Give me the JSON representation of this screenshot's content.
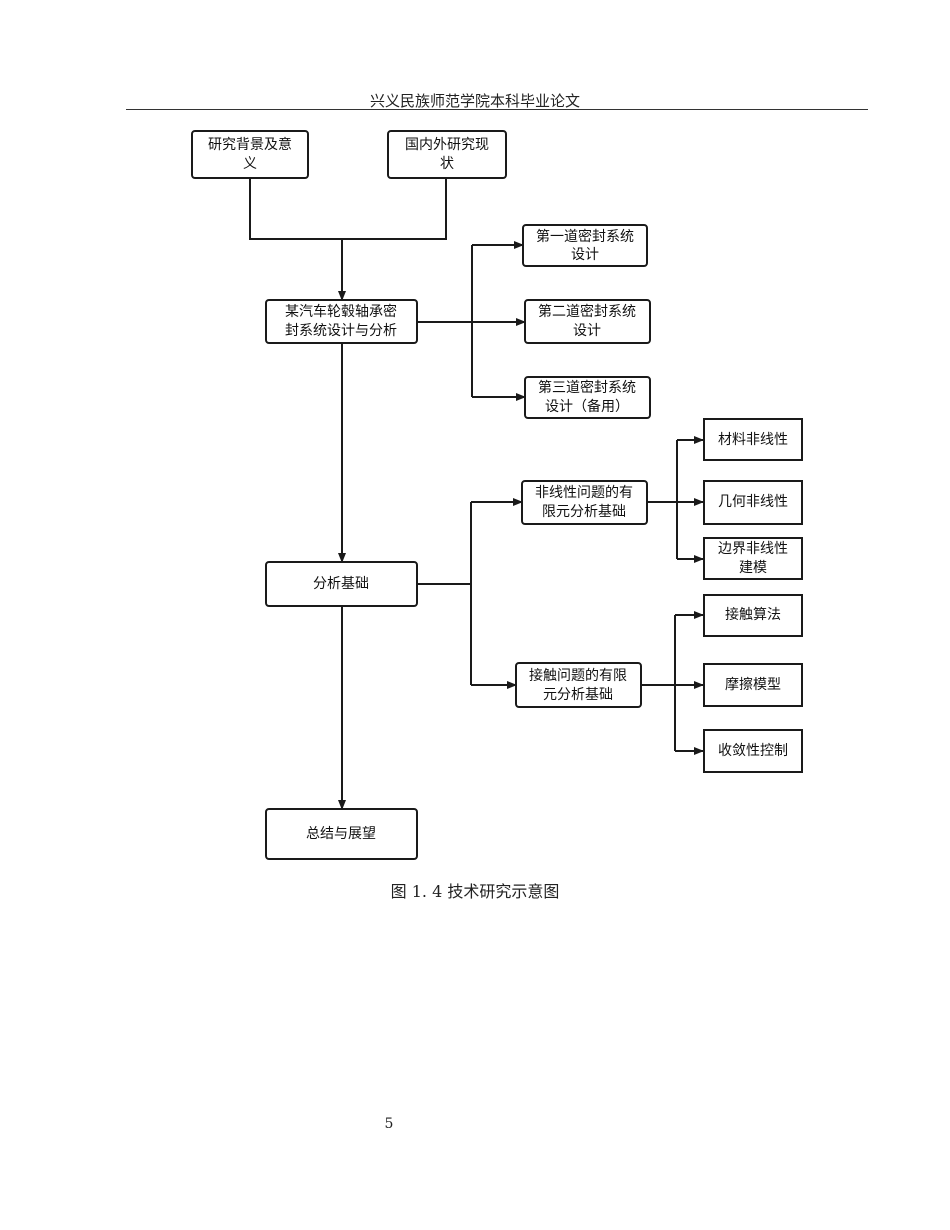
{
  "header": {
    "title": "兴义民族师范学院本科毕业论文"
  },
  "figure": {
    "caption": "图 1. 4 技术研究示意图"
  },
  "page": {
    "number": "5"
  },
  "nodes": [
    {
      "id": "bg",
      "lines": [
        "研究背景及意",
        "义"
      ]
    },
    {
      "id": "status",
      "lines": [
        "国内外研究现",
        "状"
      ]
    },
    {
      "id": "design",
      "lines": [
        "某汽车轮毂轴承密",
        "封系统设计与分析"
      ]
    },
    {
      "id": "seal1",
      "lines": [
        "第一道密封系统",
        "设计"
      ]
    },
    {
      "id": "seal2",
      "lines": [
        "第二道密封系统",
        "设计"
      ]
    },
    {
      "id": "seal3",
      "lines": [
        "第三道密封系统",
        "设计（备用）"
      ]
    },
    {
      "id": "basis",
      "lines": [
        "分析基础"
      ]
    },
    {
      "id": "nonlinear",
      "lines": [
        "非线性问题的有",
        "限元分析基础"
      ]
    },
    {
      "id": "contact",
      "lines": [
        "接触问题的有限",
        "元分析基础"
      ]
    },
    {
      "id": "material",
      "lines": [
        "材料非线性"
      ]
    },
    {
      "id": "geometry",
      "lines": [
        "几何非线性"
      ]
    },
    {
      "id": "boundary",
      "lines": [
        "边界非线性",
        "建模"
      ]
    },
    {
      "id": "algo",
      "lines": [
        "接触算法"
      ]
    },
    {
      "id": "friction",
      "lines": [
        "摩擦模型"
      ]
    },
    {
      "id": "convergence",
      "lines": [
        "收敛性控制"
      ]
    },
    {
      "id": "summary",
      "lines": [
        "总结与展望"
      ]
    }
  ]
}
